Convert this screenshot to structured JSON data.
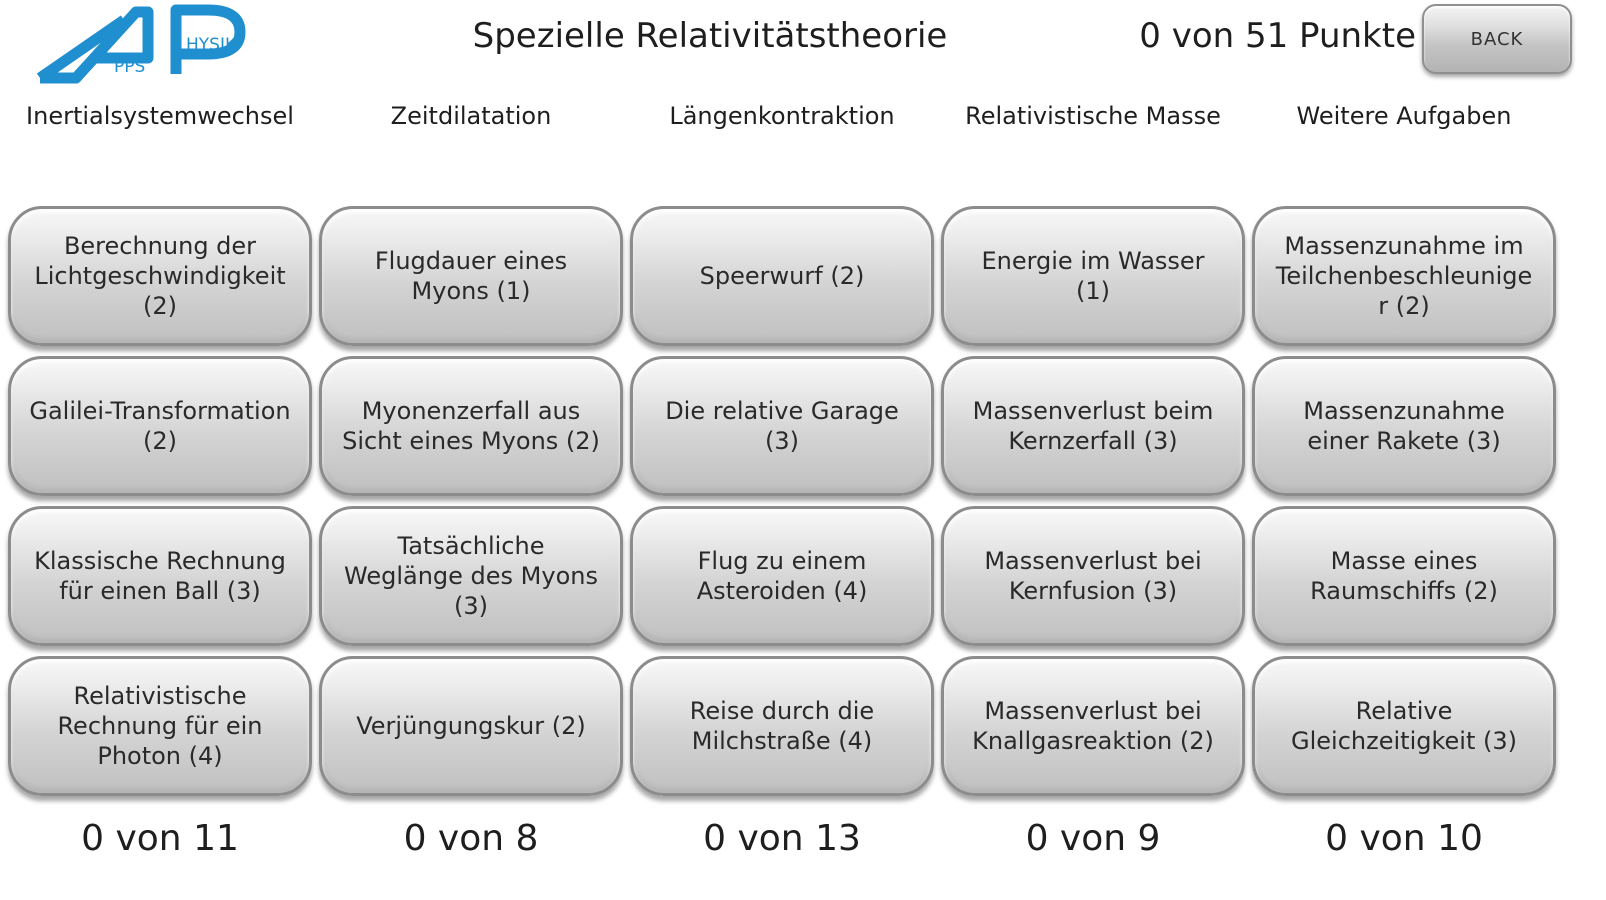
{
  "header": {
    "logo": {
      "icon": "apps-physik-logo",
      "brand_left": "PPS",
      "brand_right": "HYSIK"
    },
    "title": "Spezielle Relativitätstheorie",
    "score": "0 von 51 Punkte",
    "back_label": "BACK"
  },
  "columns": [
    {
      "header": "Inertialsystemwechsel",
      "tasks": [
        "Berechnung der Lichtgeschwindigkeit (2)",
        "Galilei-Transformation (2)",
        "Klassische Rechnung für einen Ball (3)",
        "Relativistische Rechnung für ein Photon (4)"
      ],
      "footer": "0 von 11"
    },
    {
      "header": "Zeitdilatation",
      "tasks": [
        "Flugdauer eines Myons (1)",
        "Myonenzerfall aus Sicht eines Myons (2)",
        "Tatsächliche Weglänge des Myons (3)",
        "Verjüngungskur (2)"
      ],
      "footer": "0 von 8"
    },
    {
      "header": "Längenkontraktion",
      "tasks": [
        "Speerwurf (2)",
        "Die relative Garage (3)",
        "Flug zu einem Asteroiden (4)",
        "Reise durch die Milchstraße (4)"
      ],
      "footer": "0 von 13"
    },
    {
      "header": "Relativistische Masse",
      "tasks": [
        "Energie im Wasser (1)",
        "Massenverlust beim Kernzerfall (3)",
        "Massenverlust bei Kernfusion (3)",
        "Massenverlust bei Knallgasreaktion (2)"
      ],
      "footer": "0 von 9"
    },
    {
      "header": "Weitere Aufgaben",
      "tasks": [
        "Massenzunahme im Teilchenbeschleunige r (2)",
        "Massenzunahme einer Rakete (3)",
        "Masse eines Raumschiffs (2)",
        "Relative Gleichzeitigkeit (3)"
      ],
      "footer": "0 von 10"
    }
  ],
  "colors": {
    "logo_blue": "#1f8fd0",
    "button_border": "#8c8c8c",
    "text": "#1e1e1e"
  }
}
